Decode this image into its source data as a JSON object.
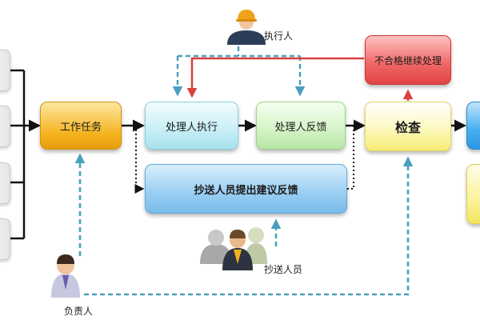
{
  "nodes": {
    "task": "工作任务",
    "execute": "处理人执行",
    "feedback": "处理人反馈",
    "cc_feedback": "抄送人员提出建议反馈",
    "check": "检查",
    "fail": "不合格继续处理"
  },
  "people": {
    "executor": "执行人",
    "cc": "抄送人员",
    "owner": "负责人"
  },
  "colors": {
    "solid_arrow": "#111111",
    "dashed_arrow": "#4a9fbf",
    "fail_arrow": "#d94040"
  }
}
